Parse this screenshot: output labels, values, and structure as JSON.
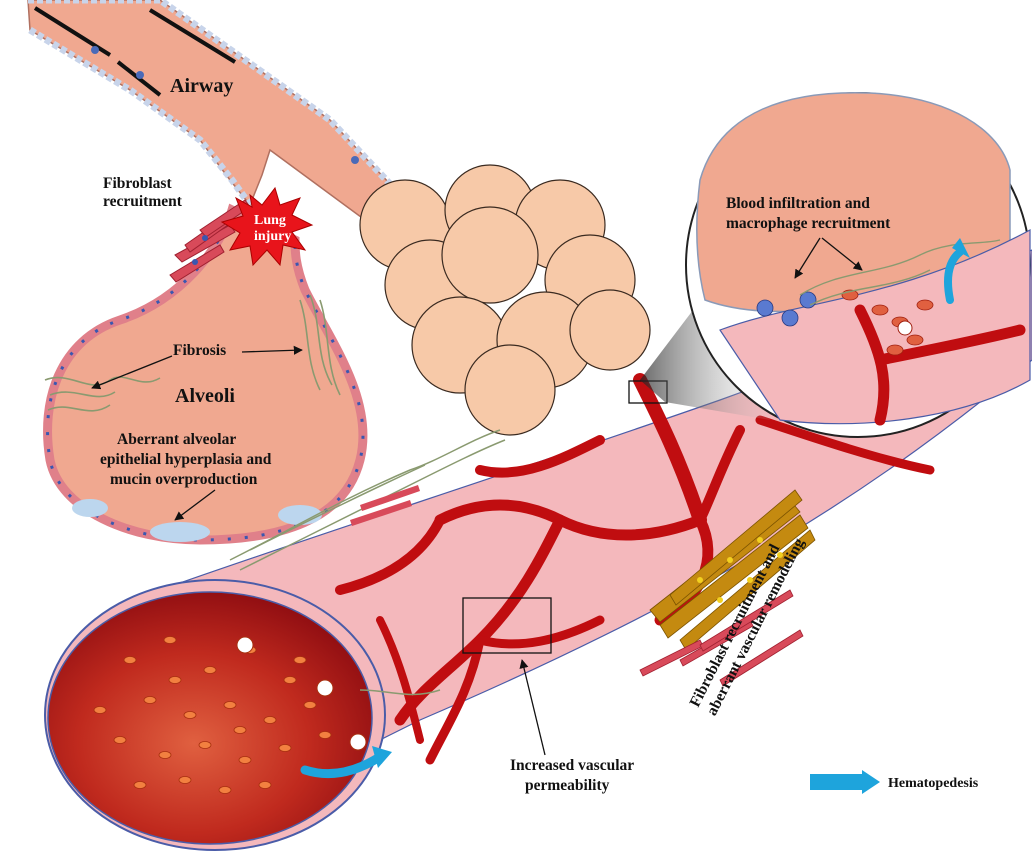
{
  "labels": {
    "airway": "Airway",
    "fibroblast_recruitment": [
      "Fibroblast",
      "recruitment"
    ],
    "lung_injury": [
      "Lung",
      "injury"
    ],
    "fibrosis": "Fibrosis",
    "alveoli": "Alveoli",
    "aberrant_alveolar": [
      "Aberrant alveolar",
      "epithelial  hyperplasia and",
      "mucin overproduction"
    ],
    "blood_infiltration": [
      "Blood infiltration and",
      "macrophage recruitment"
    ],
    "fibroblast_vascular": [
      "Fibroblast  recruitment and",
      "aberrant vascular remodeling"
    ],
    "vascular_permeability": [
      "Increased vascular",
      "permeability"
    ],
    "legend_hematopedesis": "Hematopedesis"
  },
  "colors": {
    "tissue": "#f0a890",
    "vessel_pink": "#f4b8bc",
    "capillary": "#c00d10",
    "blood": "#b41a16",
    "alveoli_sac": "#f7c9a8",
    "arrow_blue": "#1ea4dc",
    "injury_star": "#e8141b",
    "smooth_muscle": "#c48a10"
  }
}
